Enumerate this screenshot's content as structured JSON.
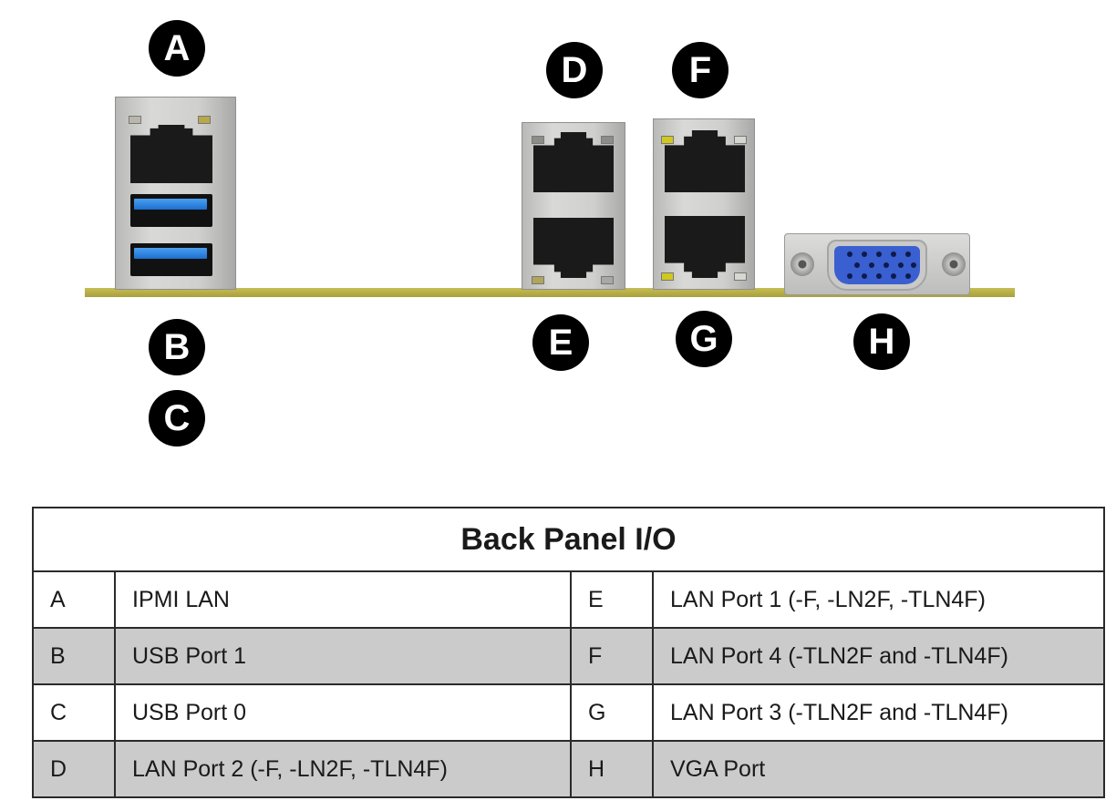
{
  "diagram": {
    "callouts": {
      "A": "A",
      "B": "B",
      "C": "C",
      "D": "D",
      "E": "E",
      "F": "F",
      "G": "G",
      "H": "H"
    },
    "colors": {
      "board": "#b8ad48",
      "usb3_blue": "#2b86e3",
      "vga_blue": "#3a5fd0",
      "callout_bg": "#000000",
      "led_amber": "#c8c020"
    }
  },
  "table": {
    "title": "Back Panel I/O",
    "rows": [
      {
        "left_key": "A",
        "left_desc": "IPMI LAN",
        "right_key": "E",
        "right_desc": "LAN Port 1 (-F, -LN2F, -TLN4F)"
      },
      {
        "left_key": "B",
        "left_desc": "USB Port 1",
        "right_key": "F",
        "right_desc": "LAN Port 4 (-TLN2F and -TLN4F)"
      },
      {
        "left_key": "C",
        "left_desc": "USB Port 0",
        "right_key": "G",
        "right_desc": "LAN Port 3 (-TLN2F and -TLN4F)"
      },
      {
        "left_key": "D",
        "left_desc": "LAN Port 2 (-F, -LN2F, -TLN4F)",
        "right_key": "H",
        "right_desc": "VGA Port"
      }
    ]
  }
}
